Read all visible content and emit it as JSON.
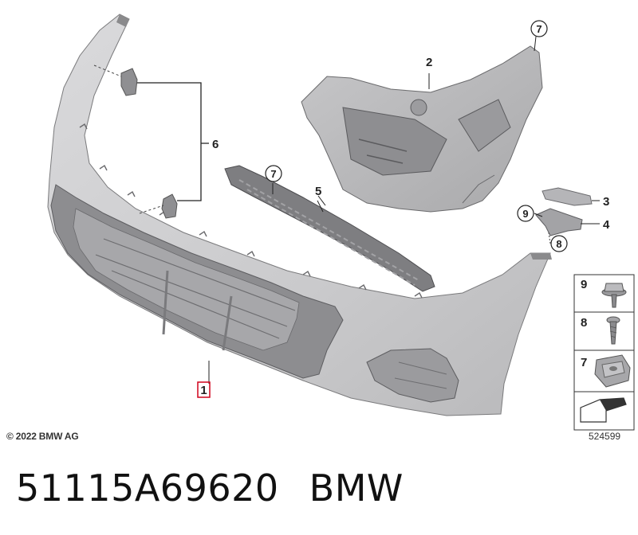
{
  "callouts": {
    "c1": "1",
    "c2": "2",
    "c3": "3",
    "c4": "4",
    "c5": "5",
    "c6": "6",
    "c7a": "7",
    "c7b": "7",
    "c8": "8",
    "c9": "9"
  },
  "legend": {
    "item9": "9",
    "item8": "8",
    "item7": "7"
  },
  "copyright": "© 2022 BMW AG",
  "image_number": "524599",
  "footer": {
    "part_number": "51115A69620",
    "brand": "BMW"
  },
  "colors": {
    "part_fill": "#c9c9cb",
    "part_shade": "#9a9a9c",
    "part_dark": "#6d6d70",
    "highlight_box": "#d0021b"
  }
}
